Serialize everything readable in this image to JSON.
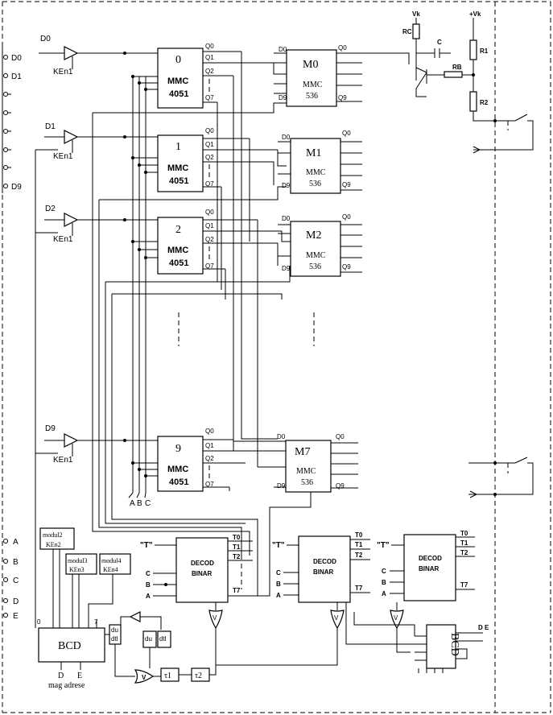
{
  "inputs": {
    "data_lines": [
      "D0",
      "D1",
      "D9"
    ],
    "address_lines": [
      "A",
      "B",
      "C",
      "D",
      "E"
    ]
  },
  "buffers": {
    "d_labels": [
      "D0",
      "D1",
      "D2",
      "D9"
    ],
    "ken_label": "KEn1"
  },
  "mux": {
    "numbers": [
      "0",
      "1",
      "2",
      "9"
    ],
    "type": "MMC",
    "part": "4051",
    "q_top": "Q0",
    "q1": "Q1",
    "q2": "Q2",
    "q7": "Q7",
    "abc": [
      "A",
      "B",
      "C"
    ]
  },
  "mem": {
    "names": [
      "M0",
      "M1",
      "M2",
      "M7"
    ],
    "type": "MMC",
    "part": "536",
    "d0": "D0",
    "d9": "D9",
    "q0": "Q0",
    "q9": "Q9"
  },
  "driver": {
    "vk": "Vk",
    "vk_plus": "+Vk",
    "rc": "RC",
    "c": "C",
    "rb": "RB",
    "r1": "R1",
    "r2": "R2"
  },
  "modules": [
    {
      "name": "modul2",
      "ken": "KEn2"
    },
    {
      "name": "modul3",
      "ken": "KEn3"
    },
    {
      "name": "modul4",
      "ken": "KEn4"
    }
  ],
  "bcd": {
    "label": "BCD",
    "pin_0": "0",
    "pin_7": "7",
    "sub_d": "D",
    "sub_e": "E",
    "caption": "mag adrese",
    "right_pins": "D E"
  },
  "decoders": {
    "t_input": "\"T\"",
    "line1": "DECOD",
    "line2": "BINAR",
    "outputs": [
      "T0",
      "T1",
      "T2",
      "T7"
    ],
    "inputs": [
      "C",
      "B",
      "A"
    ]
  },
  "timing": {
    "du": "du",
    "dtl": "dtl",
    "tau1": "τ1",
    "tau2": "τ2",
    "v": "V"
  }
}
